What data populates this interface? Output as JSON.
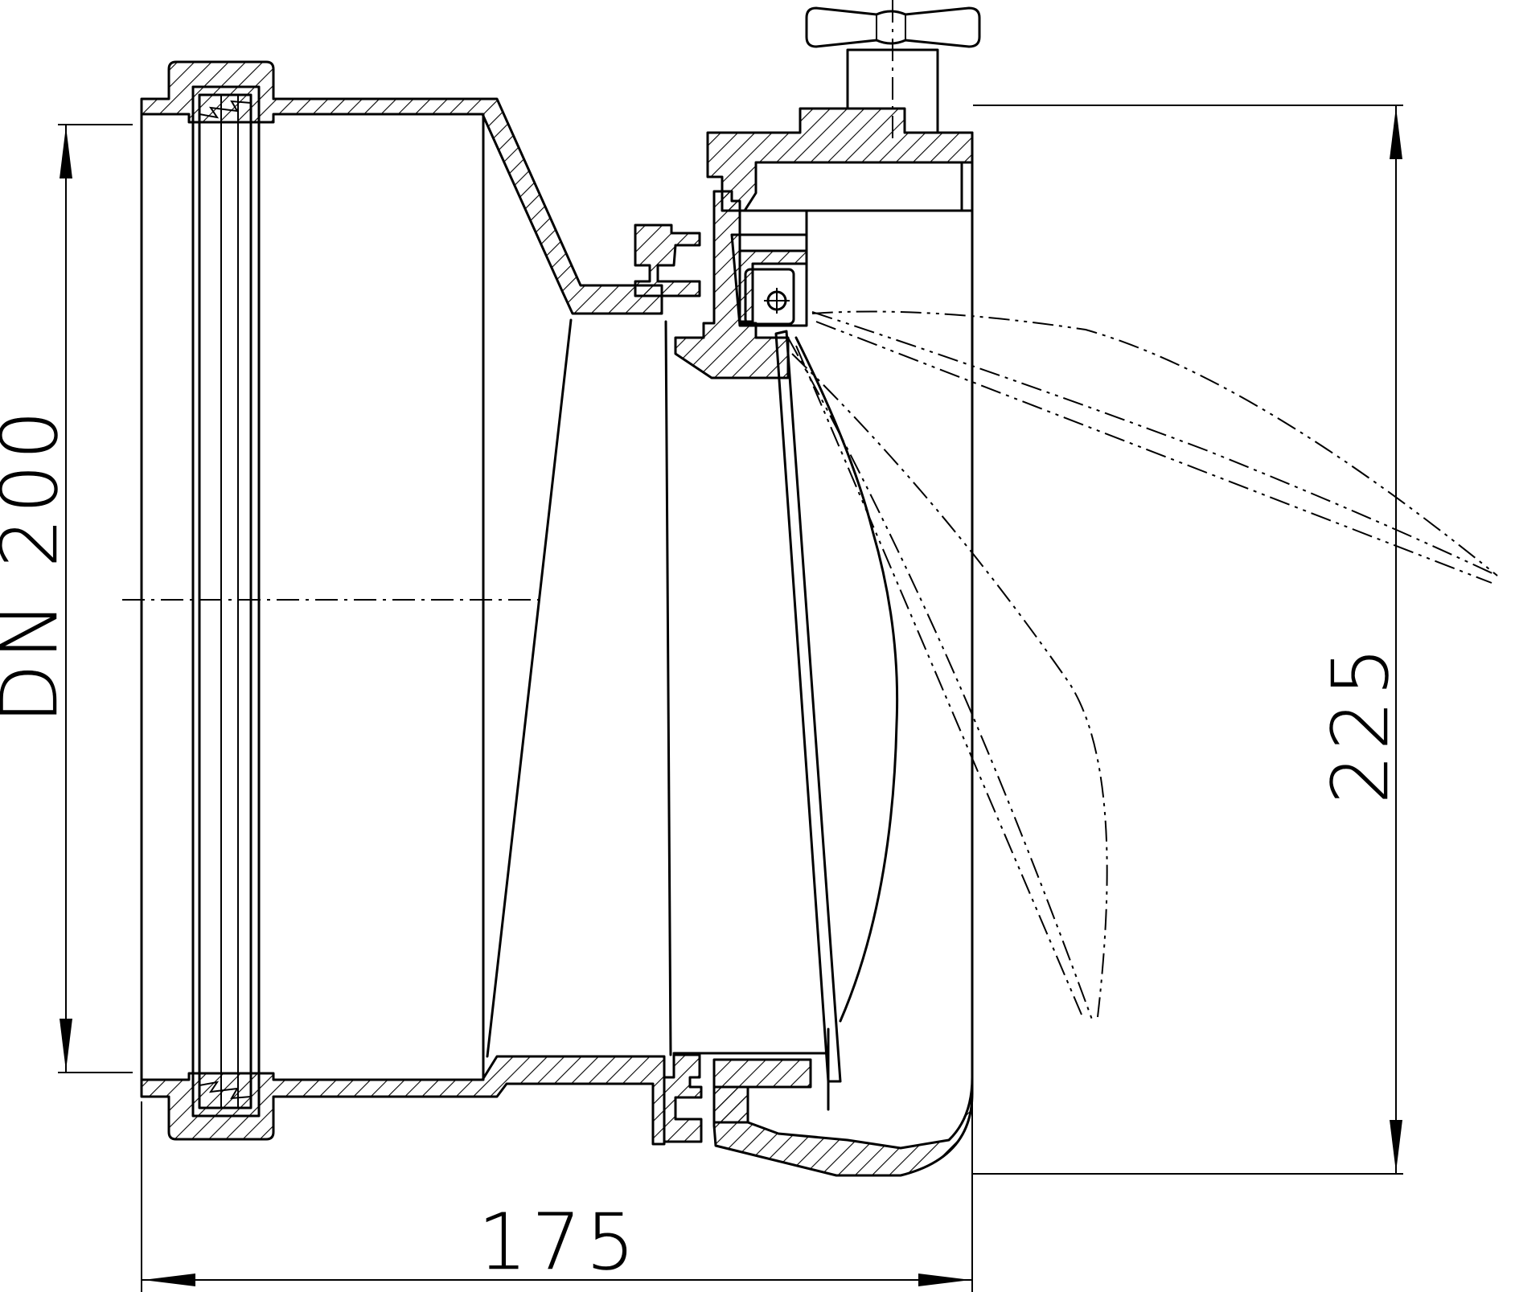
{
  "dimensions": {
    "nominal_diameter": "DN 200",
    "height": "225",
    "length": "175"
  }
}
